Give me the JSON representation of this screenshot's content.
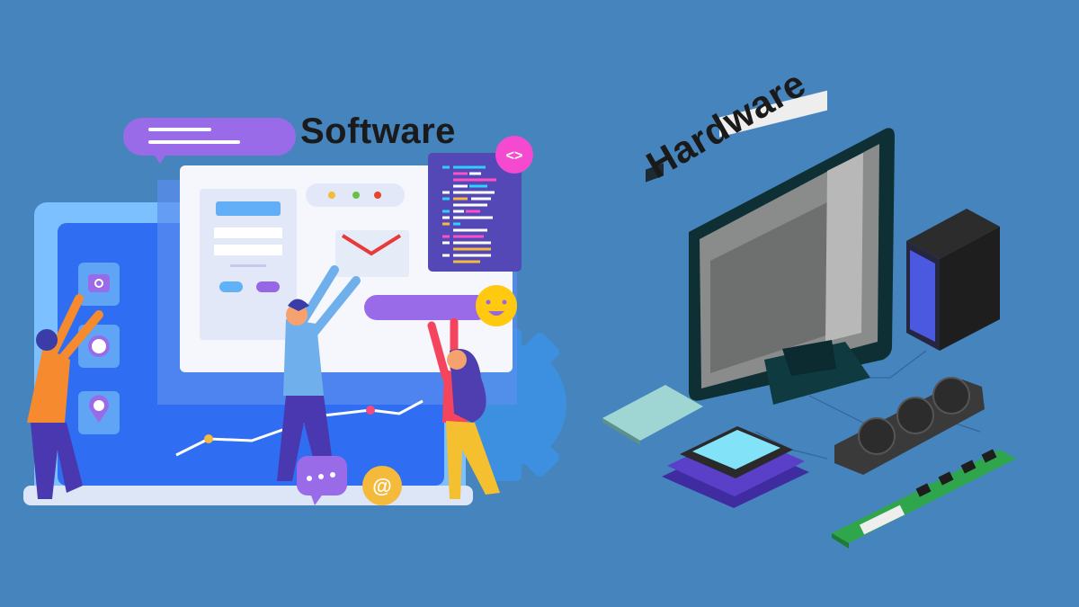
{
  "scene": {
    "background_color": "#4684bd",
    "left_panel": {
      "title": "Software",
      "code_badge": "<>",
      "at_badge": "@",
      "chat_badge": "• • •",
      "traffic_dots": [
        "#f5b93b",
        "#6cc04a",
        "#e8442a"
      ],
      "icons": [
        "camera-icon",
        "clock-icon",
        "location-pin-icon",
        "envelope-icon",
        "smiley-icon",
        "chat-bubble-icon",
        "at-sign-icon",
        "code-brackets-icon",
        "gear-icon"
      ]
    },
    "right_panel": {
      "title": "Hardware",
      "components": [
        "monitor",
        "tower-case",
        "motherboard",
        "cpu-chip",
        "graphics-card",
        "ram-module"
      ]
    }
  }
}
